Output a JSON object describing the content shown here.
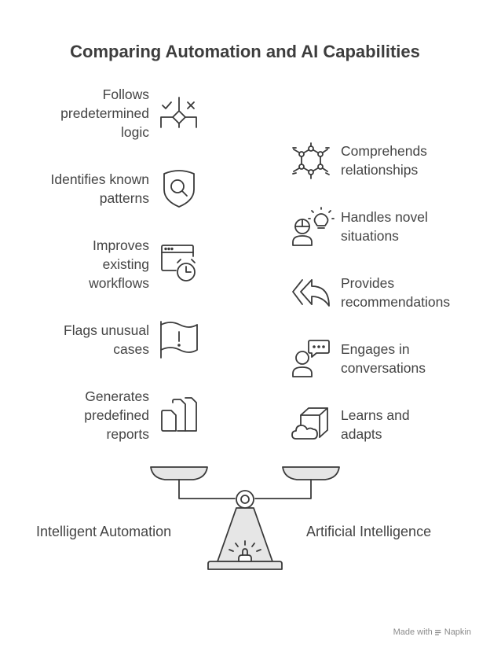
{
  "title": "Comparing Automation and AI Capabilities",
  "left_items": [
    {
      "lines": [
        "Follows",
        "predetermined",
        "logic"
      ],
      "icon": "decision-diamond-icon"
    },
    {
      "lines": [
        "Identifies known",
        "patterns"
      ],
      "icon": "shield-search-icon"
    },
    {
      "lines": [
        "Improves",
        "existing",
        "workflows"
      ],
      "icon": "window-clock-icon"
    },
    {
      "lines": [
        "Flags unusual",
        "cases"
      ],
      "icon": "flag-alert-icon"
    },
    {
      "lines": [
        "Generates",
        "predefined",
        "reports"
      ],
      "icon": "documents-icon"
    }
  ],
  "right_items": [
    {
      "lines": [
        "Comprehends",
        "relationships"
      ],
      "icon": "network-hexagon-icon"
    },
    {
      "lines": [
        "Handles novel",
        "situations"
      ],
      "icon": "person-lightbulb-icon"
    },
    {
      "lines": [
        "Provides",
        "recommendations"
      ],
      "icon": "reply-arrows-icon"
    },
    {
      "lines": [
        "Engages in",
        "conversations"
      ],
      "icon": "person-chat-icon"
    },
    {
      "lines": [
        "Learns and",
        "adapts"
      ],
      "icon": "cube-cloud-icon"
    }
  ],
  "scale": {
    "left_label": "Intelligent Automation",
    "right_label": "Artificial Intelligence"
  },
  "brand": {
    "made_with": "Made with",
    "name": "Napkin"
  },
  "colors": {
    "line": "#3a3a3a",
    "pan_fill": "#e6e6e6",
    "text": "#444444"
  }
}
